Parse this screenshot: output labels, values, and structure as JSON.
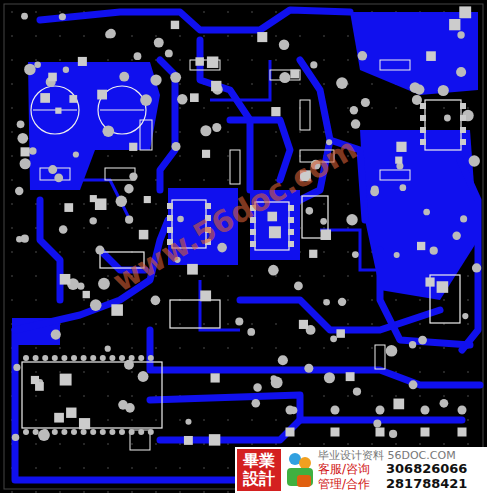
{
  "diagram": {
    "labels": [
      "www.56doc.com",
      "畢業設計",
      "毕业设计资料 56DOC.COM",
      "客服/咨询",
      "306826066",
      "管理/合作",
      "281788421"
    ]
  }
}
